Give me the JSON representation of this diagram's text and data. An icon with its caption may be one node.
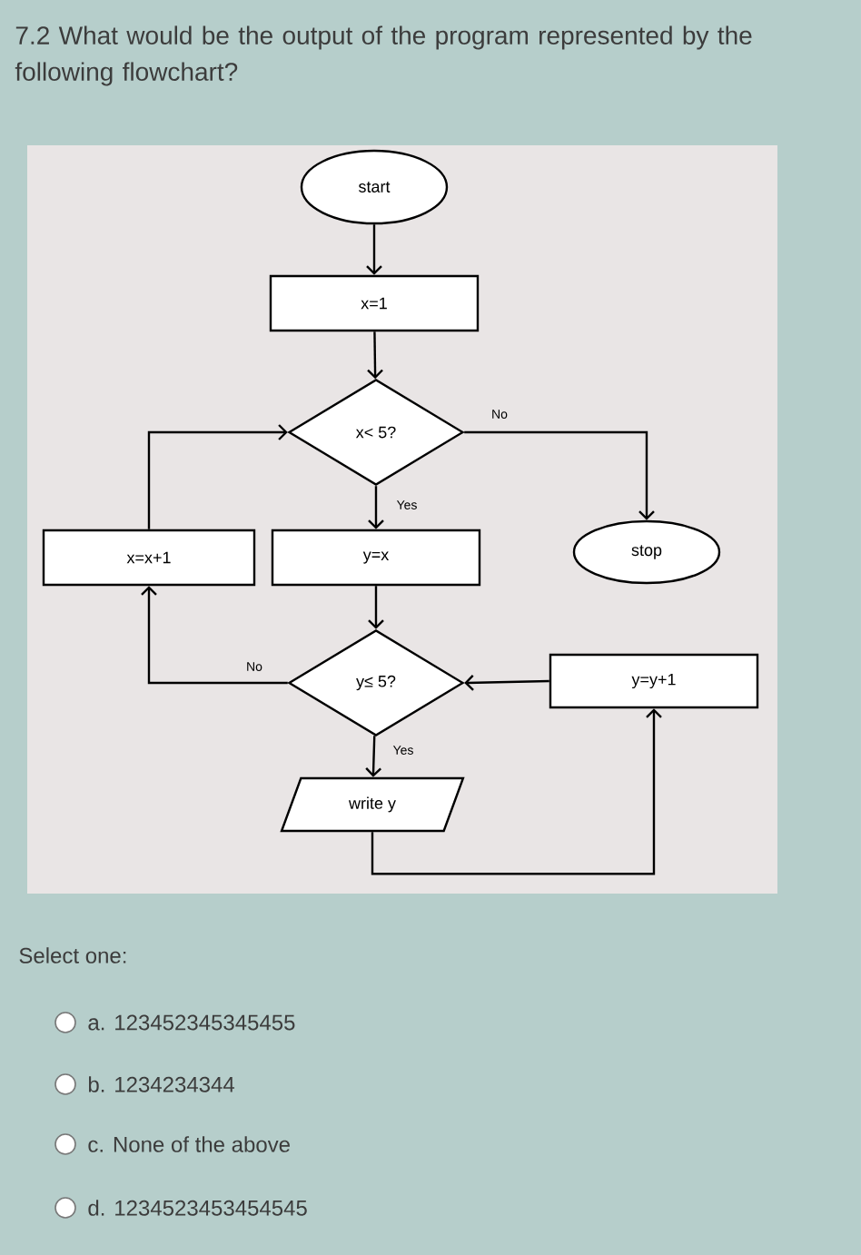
{
  "diagram": {
    "title": "7.2 What would be the output of the program represented by the following flowchart?",
    "nodes": [
      {
        "text": [
          "start"
        ]
      },
      {
        "text": [
          "x=1"
        ]
      },
      {
        "text": [
          "x< 5?"
        ]
      },
      {
        "text": [
          "x=x+1"
        ]
      },
      {
        "text": [
          "y=x"
        ]
      },
      {
        "text": [
          "stop"
        ]
      },
      {
        "text": [
          "y≤ 5?"
        ]
      },
      {
        "text": [
          "y=y+1"
        ]
      },
      {
        "text": [
          "write y"
        ]
      }
    ],
    "edges": [
      {
        "from": 0,
        "to": 1,
        "arrow": "to"
      },
      {
        "from": 1,
        "to": 2,
        "arrow": "to"
      },
      {
        "from": 2,
        "to": 4,
        "arrow": "to",
        "label": "Yes"
      },
      {
        "from": 2,
        "to": 5,
        "arrow": "to",
        "label": "No"
      },
      {
        "from": 4,
        "to": 6,
        "arrow": "to"
      },
      {
        "from": 6,
        "to": 3,
        "arrow": "to",
        "label": "No"
      },
      {
        "from": 6,
        "to": 8,
        "arrow": "to",
        "label": "Yes"
      },
      {
        "from": 8,
        "to": 7,
        "arrow": "to"
      },
      {
        "from": 7,
        "to": 6,
        "arrow": "to"
      },
      {
        "from": 3,
        "to": 2,
        "arrow": "to"
      }
    ],
    "labels": [
      "Select one:",
      "a. 123452345345455",
      "b. 1234234344",
      "c. None of the above",
      "d. 1234523453454545"
    ]
  }
}
